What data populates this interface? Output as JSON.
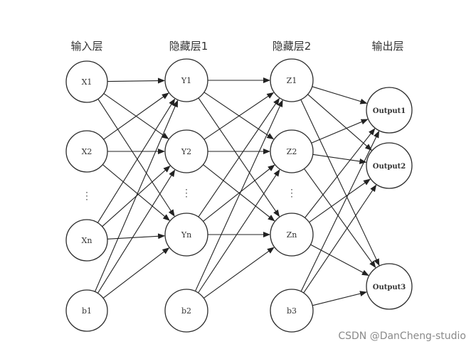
{
  "layers": [
    {
      "title": "输入层",
      "nodes": [
        "X1",
        "X2",
        "Xn"
      ],
      "bias": "b1"
    },
    {
      "title": "隐藏层1",
      "nodes": [
        "Y1",
        "Y2",
        "Yn"
      ],
      "bias": "b2"
    },
    {
      "title": "隐藏层2",
      "nodes": [
        "Z1",
        "Z2",
        "Zn"
      ],
      "bias": "b3"
    },
    {
      "title": "输出层",
      "nodes": [
        "Output1",
        "Output2",
        "Output3"
      ]
    }
  ],
  "ellipsis": "⋮",
  "watermark": "CSDN @DanCheng-studio",
  "colors": {
    "line": "#222222",
    "node_stroke": "#2b2b2b",
    "text": "#333333",
    "watermark": "#8a8a8a"
  }
}
